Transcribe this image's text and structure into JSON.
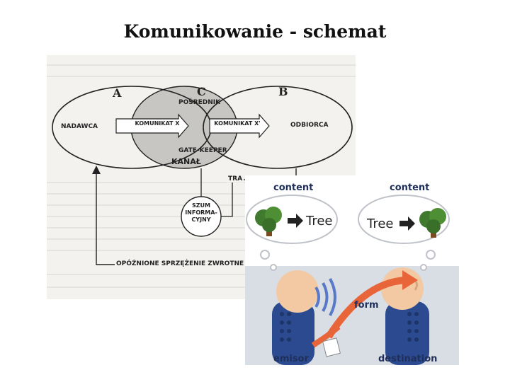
{
  "title": "Komunikowanie - schemat",
  "scheme": {
    "label_a": "A",
    "label_b": "B",
    "label_c": "C",
    "intermediary": "POŚREDNIK",
    "sender": "NADAWCA",
    "receiver": "ODBIORCA",
    "message_x": "KOMUNIKAT X",
    "message_x_prime": "KOMUNIKAT X'",
    "gatekeeper": "GATE-KEEPER",
    "channel": "KANAŁ",
    "noise": "SZUM INFORMA-CYJNY",
    "feedback": "OPÓŹNIONE SPRZĘŻENIE ZWROTNE",
    "partial": "TRA"
  },
  "illustration": {
    "content_left": "content",
    "content_right": "content",
    "tree_word_left": "Tree",
    "tree_word_right": "Tree",
    "form": "form",
    "emisor": "emisor",
    "destination": "destination",
    "colors": {
      "figure_head": "#f2c9a3",
      "figure_body": "#2b4a8f",
      "arrow": "#e8653a",
      "background_band": "#d9dde4",
      "label": "#1f2f5a"
    }
  }
}
